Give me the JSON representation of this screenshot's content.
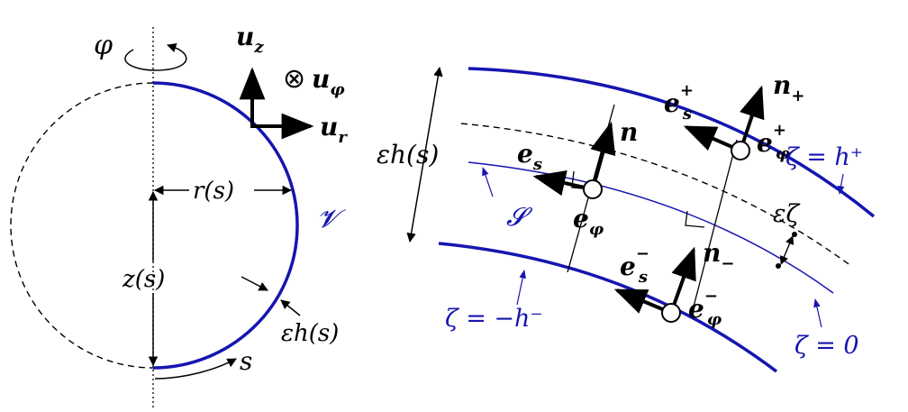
{
  "colors": {
    "ink": "#000000",
    "shell_blue": "#1515b0",
    "background": "#ffffff"
  },
  "left_figure": {
    "azimuth_symbol": "φ",
    "rotation_arrow": "circular-arrow",
    "axis_up_base": "u",
    "axis_up_sub": "z",
    "axis_out_symbol": "⊗",
    "axis_out_base": "u",
    "axis_out_sub": "φ",
    "axis_right_base": "u",
    "axis_right_sub": "r",
    "radius_label": "r(s)",
    "height_label": "z(s)",
    "volume_label": "𝓥",
    "thickness_label": "εh(s)",
    "arclength_label": "s"
  },
  "right_figure": {
    "thickness_label": "εh(s)",
    "midsurface_label": "𝓢",
    "normal_label": "n",
    "tangent_base": "e",
    "tangent_sub": "s",
    "azimuthal_base": "e",
    "azimuthal_sub": "φ",
    "outer_tangent_sup": "+",
    "outer_normal_base": "n",
    "outer_normal_sub": "+",
    "inner_tangent_sup": "−",
    "inner_normal_base": "n",
    "inner_normal_sub": "−",
    "outer_surface_label": "ζ = h⁺",
    "inner_surface_label": "ζ = −h⁻",
    "mid_surface_label": "ζ = 0",
    "offset_label": "εζ"
  }
}
